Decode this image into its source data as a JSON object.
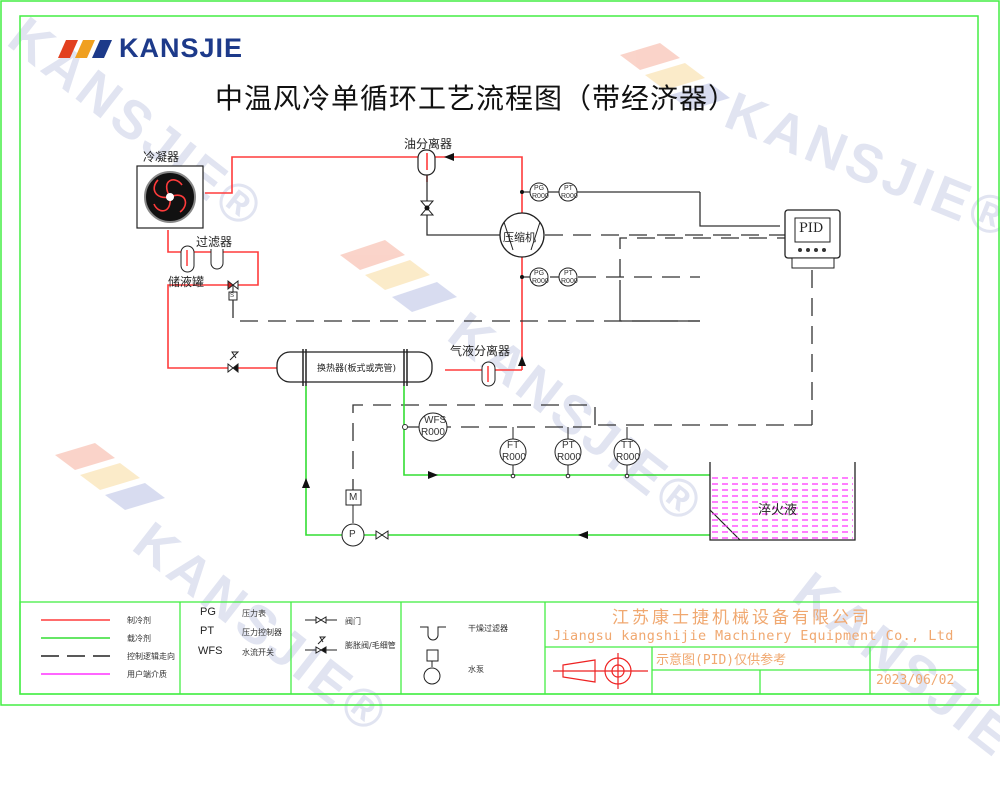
{
  "logo": {
    "brand": "KANSJIE",
    "watermark": "KANSJIE®"
  },
  "title": "中温风冷单循环工艺流程图（带经济器）",
  "components": {
    "condenser": "冷凝器",
    "oil_separator": "油分离器",
    "filter": "过滤器",
    "receiver": "储液罐",
    "compressor": "压缩机",
    "controller": "PID",
    "gas_liquid_separator": "气液分离器",
    "heat_exchanger": "换热器(板式或壳管)",
    "quench_tank": "淬火液",
    "motor": "M",
    "pump": "P",
    "solenoid": "S"
  },
  "instruments": {
    "upper": [
      {
        "tag": "PG",
        "value": "R000"
      },
      {
        "tag": "PT",
        "value": "R000"
      }
    ],
    "lower": [
      {
        "tag": "PG",
        "value": "R000"
      },
      {
        "tag": "PT",
        "value": "R000"
      }
    ],
    "water": [
      {
        "tag": "WFS",
        "value": "R000"
      },
      {
        "tag": "FT",
        "value": "R000"
      },
      {
        "tag": "PT",
        "value": "R000"
      },
      {
        "tag": "TT",
        "value": "R000"
      }
    ]
  },
  "legend": {
    "lines": [
      {
        "label": "制冷剂",
        "color": "#ff3b3b",
        "style": "solid"
      },
      {
        "label": "载冷剂",
        "color": "#33dd33",
        "style": "solid"
      },
      {
        "label": "控制逻辑走向",
        "color": "#222222",
        "style": "dashed"
      },
      {
        "label": "用户端介质",
        "color": "#ff33ff",
        "style": "solid"
      }
    ],
    "codes": [
      {
        "code": "PG",
        "desc": "压力表"
      },
      {
        "code": "PT",
        "desc": "压力控制器"
      },
      {
        "code": "WFS",
        "desc": "水流开关"
      }
    ],
    "valves": [
      {
        "label": "阀门"
      },
      {
        "label": "膨胀阀/毛细管"
      }
    ],
    "devices": [
      {
        "label": "干燥过滤器"
      },
      {
        "label": "水泵"
      }
    ]
  },
  "title_block": {
    "company_cn": "江苏康士捷机械设备有限公司",
    "company_en": "Jiangsu kangshijie Machinery Equipment Co., Ltd",
    "note": "示意图(PID)仅供参考",
    "date": "2023/06/02"
  },
  "colors": {
    "refrigerant": "#ff3b3b",
    "coolant": "#33dd33",
    "control": "#222222",
    "medium": "#ff33ff",
    "frame": "#44ee44",
    "brand": "#1d3a8a"
  }
}
